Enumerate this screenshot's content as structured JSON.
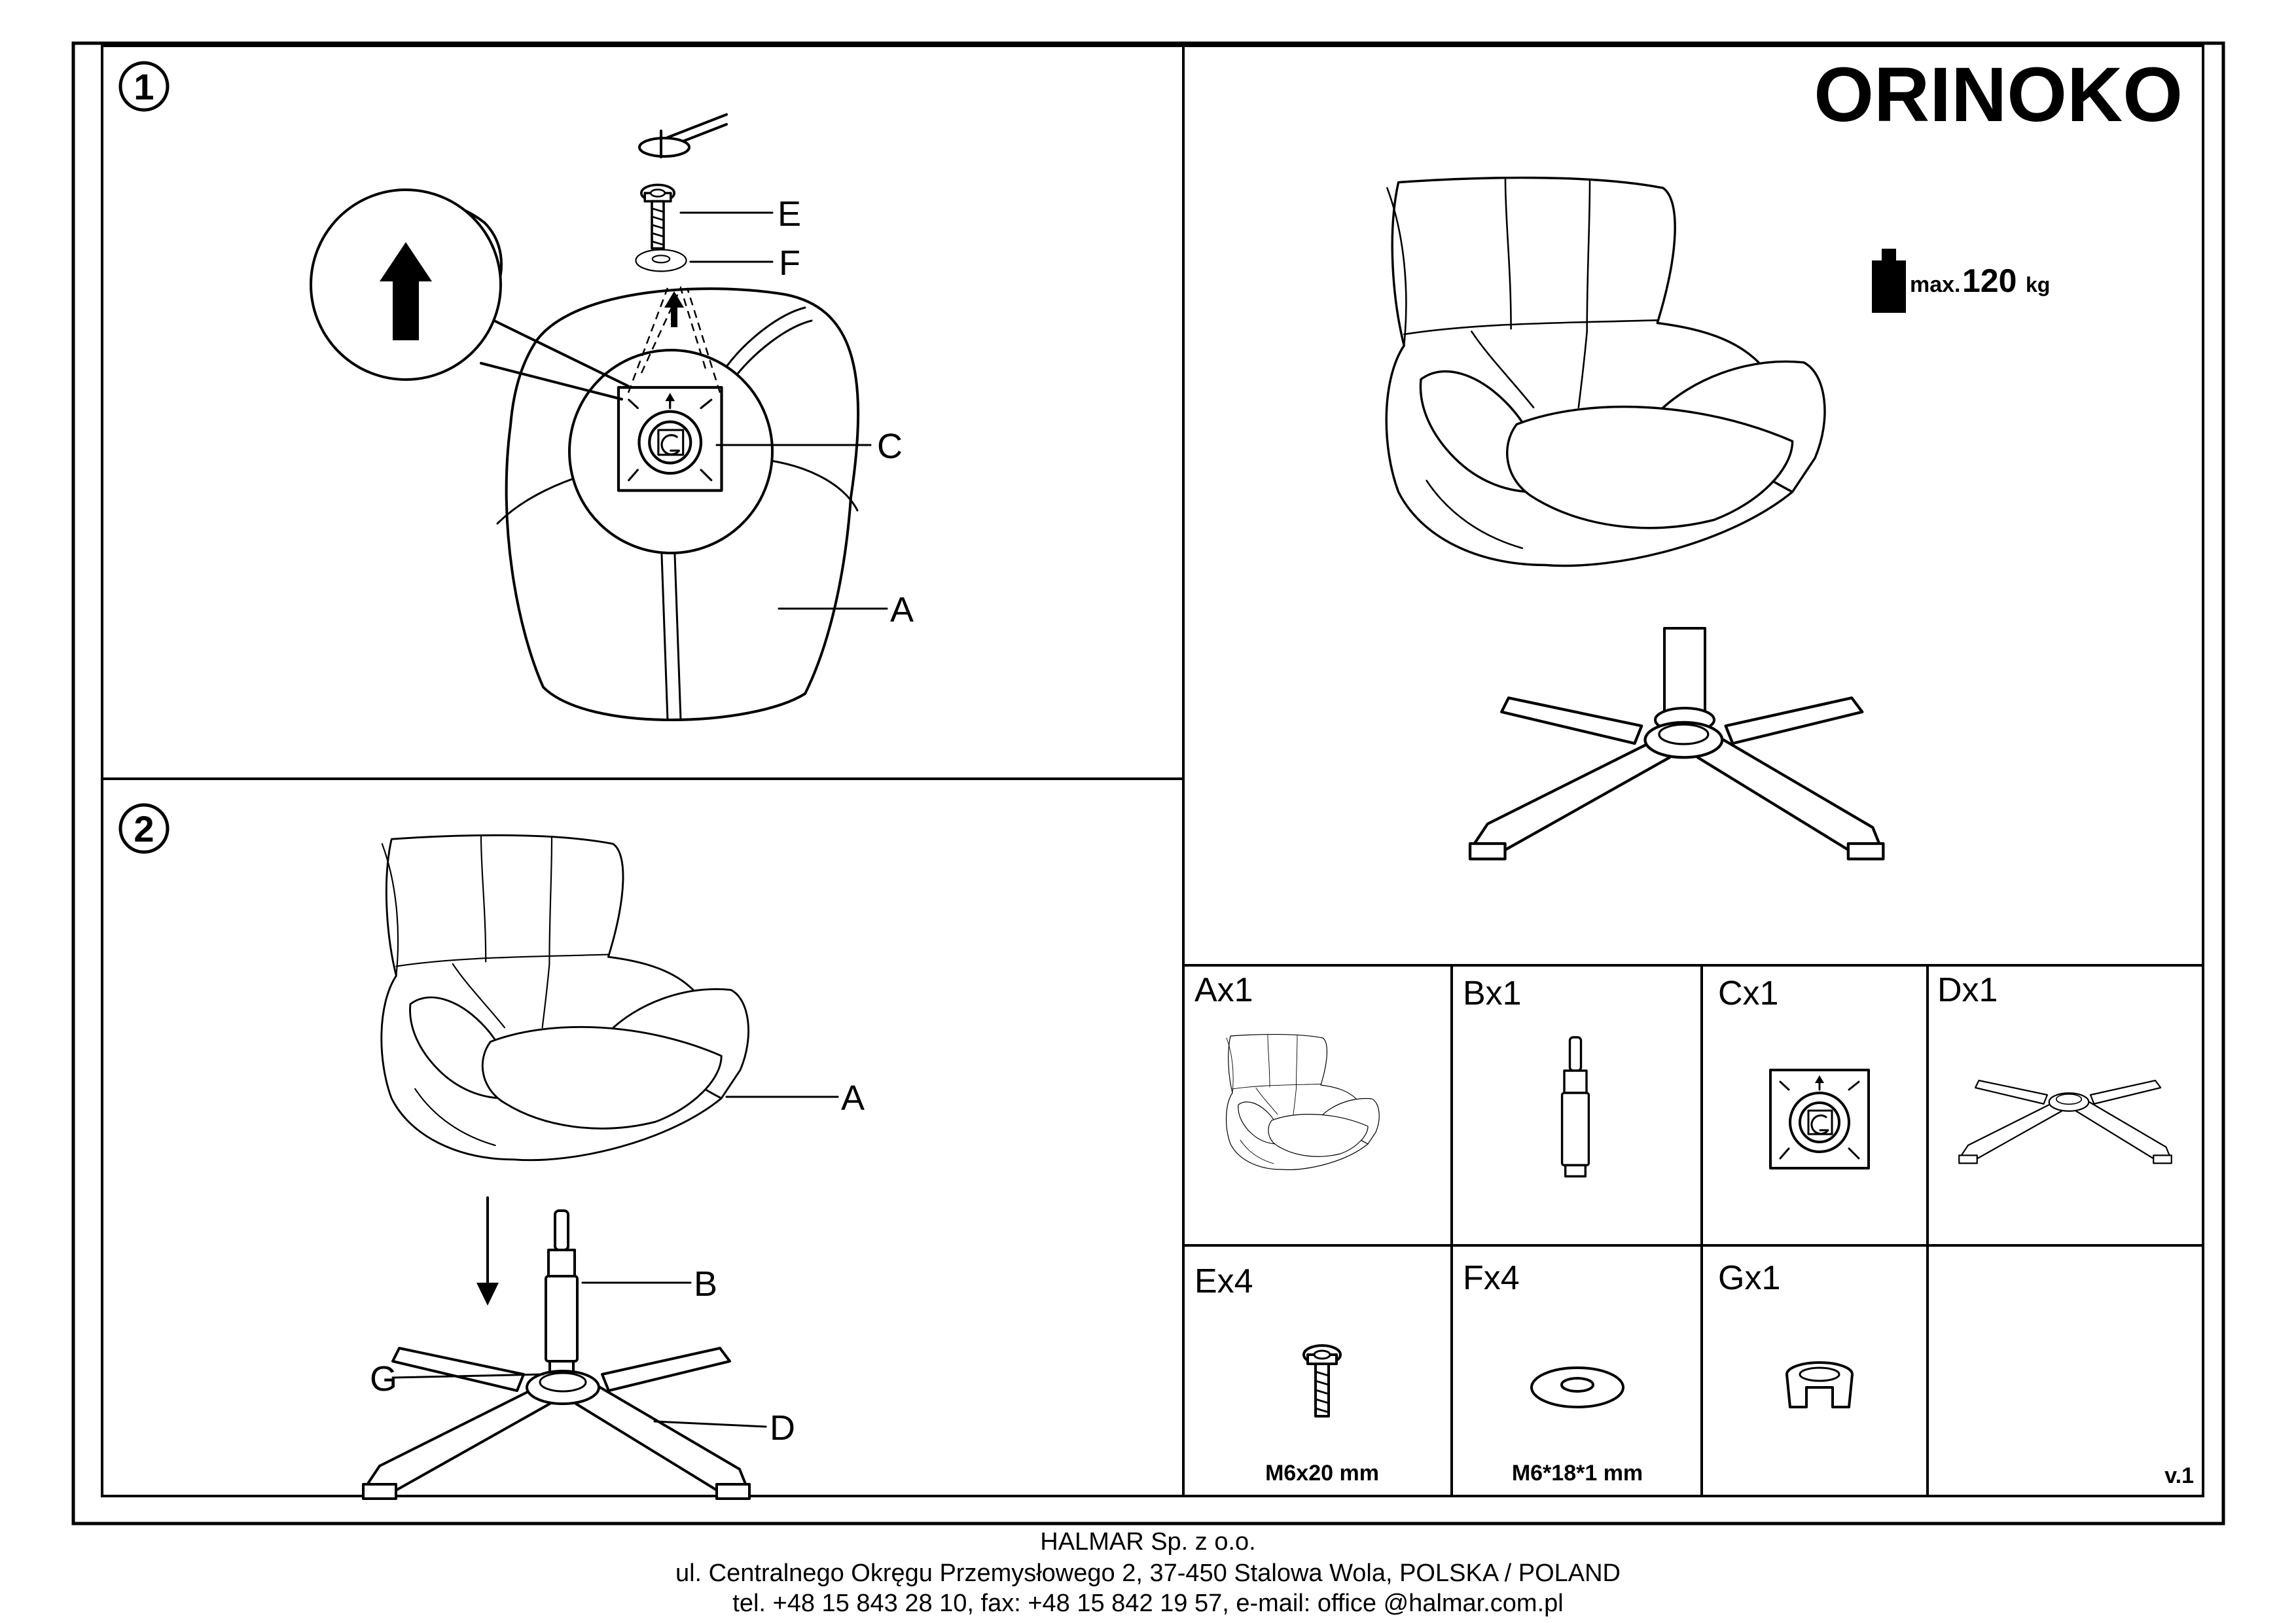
{
  "title": "ORINOKO",
  "load": {
    "prefix": "max.",
    "value": "120",
    "unit": "kg"
  },
  "steps": {
    "step1": "1",
    "step2": "2"
  },
  "callouts": {
    "E": "E",
    "F": "F",
    "C": "C",
    "A1": "A",
    "A2": "A",
    "B": "B",
    "G": "G",
    "D": "D"
  },
  "parts": [
    {
      "label": "Ax1"
    },
    {
      "label": "Bx1"
    },
    {
      "label": "Cx1"
    },
    {
      "label": "Dx1"
    },
    {
      "label": "Ex4",
      "spec": "M6x20 mm"
    },
    {
      "label": "Fx4",
      "spec": "M6*18*1 mm"
    },
    {
      "label": "Gx1"
    }
  ],
  "version": "v.1",
  "footer": {
    "company": "HALMAR Sp. z o.o.",
    "address": "ul. Centralnego Okręgu Przemysłowego 2, 37-450 Stalowa Wola, POLSKA / POLAND",
    "contact": "tel. +48 15 843 28 10, fax: +48 15 842 19 57, e-mail: office @halmar.com.pl"
  }
}
